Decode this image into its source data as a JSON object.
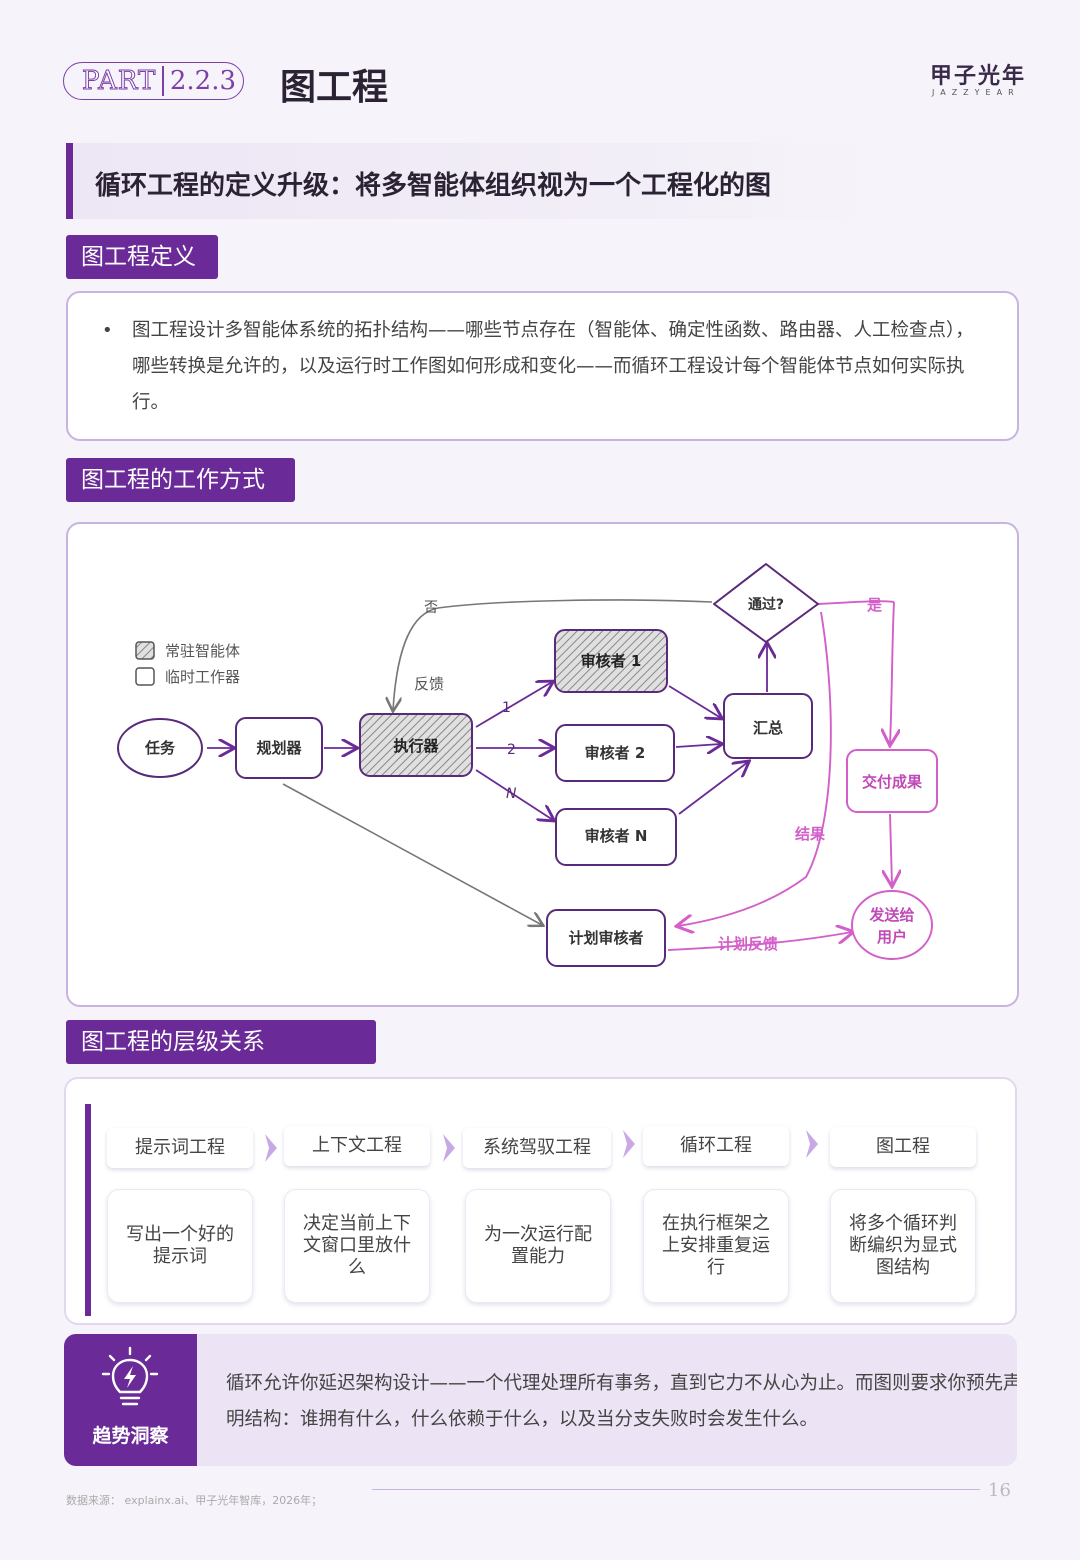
{
  "header": {
    "part_word": "PART",
    "part_number": "2.2.3",
    "title": "图工程",
    "logo_name": "甲子光年",
    "logo_sub": "JAZZYEAR"
  },
  "banner": {
    "text": "循环工程的定义升级：将多智能体组织视为一个工程化的图"
  },
  "definition": {
    "tag": "图工程定义",
    "bullet": "•",
    "text": "图工程设计多智能体系统的拓扑结构——哪些节点存在（智能体、确定性函数、路由器、人工检查点），哪些转换是允许的，以及运行时工作图如何形成和变化——而循环工程设计每个智能体节点如何实际执行。"
  },
  "workflow": {
    "tag": "图工程的工作方式",
    "legend": {
      "resident": "常驻智能体",
      "temporary": "临时工作器"
    },
    "nodes": {
      "task": "任务",
      "planner": "规划器",
      "executor": "执行器",
      "reviewer1": "审核者 1",
      "reviewer2": "审核者 2",
      "reviewerN": "审核者 N",
      "aggregate": "汇总",
      "pass": "通过?",
      "deliver": "交付成果",
      "send": "发送给",
      "send2": "用户",
      "plan_reviewer": "计划审核者"
    },
    "edges": {
      "e1": "1",
      "e2": "2",
      "eN": "N",
      "no": "否",
      "feedback": "反馈",
      "yes": "是",
      "result": "结果",
      "plan_feedback": "计划反馈"
    }
  },
  "hierarchy": {
    "tag": "图工程的层级关系",
    "items": [
      {
        "label": "提示词工程",
        "desc": "写出一个好的提示词"
      },
      {
        "label": "上下文工程",
        "desc": "决定当前上下文窗口里放什么"
      },
      {
        "label": "系统驾驭工程",
        "desc": "为一次运行配置能力"
      },
      {
        "label": "循环工程",
        "desc": "在执行框架之上安排重复运行"
      },
      {
        "label": "图工程",
        "desc": "将多个循环判断编织为显式图结构"
      }
    ]
  },
  "insight": {
    "label": "趋势洞察",
    "text": "循环允许你延迟架构设计——一个代理处理所有事务，直到它力不从心为止。而图则要求你预先声明结构：谁拥有什么，什么依赖于什么，以及当分支失败时会发生什么。"
  },
  "footer": {
    "source": "数据来源： explainx.ai、甲子光年智库，2026年；",
    "page": "16"
  },
  "colors": {
    "brand_purple": "#6a2a97",
    "pink": "#d35fc9",
    "node_stroke": "#5a2a7a"
  }
}
